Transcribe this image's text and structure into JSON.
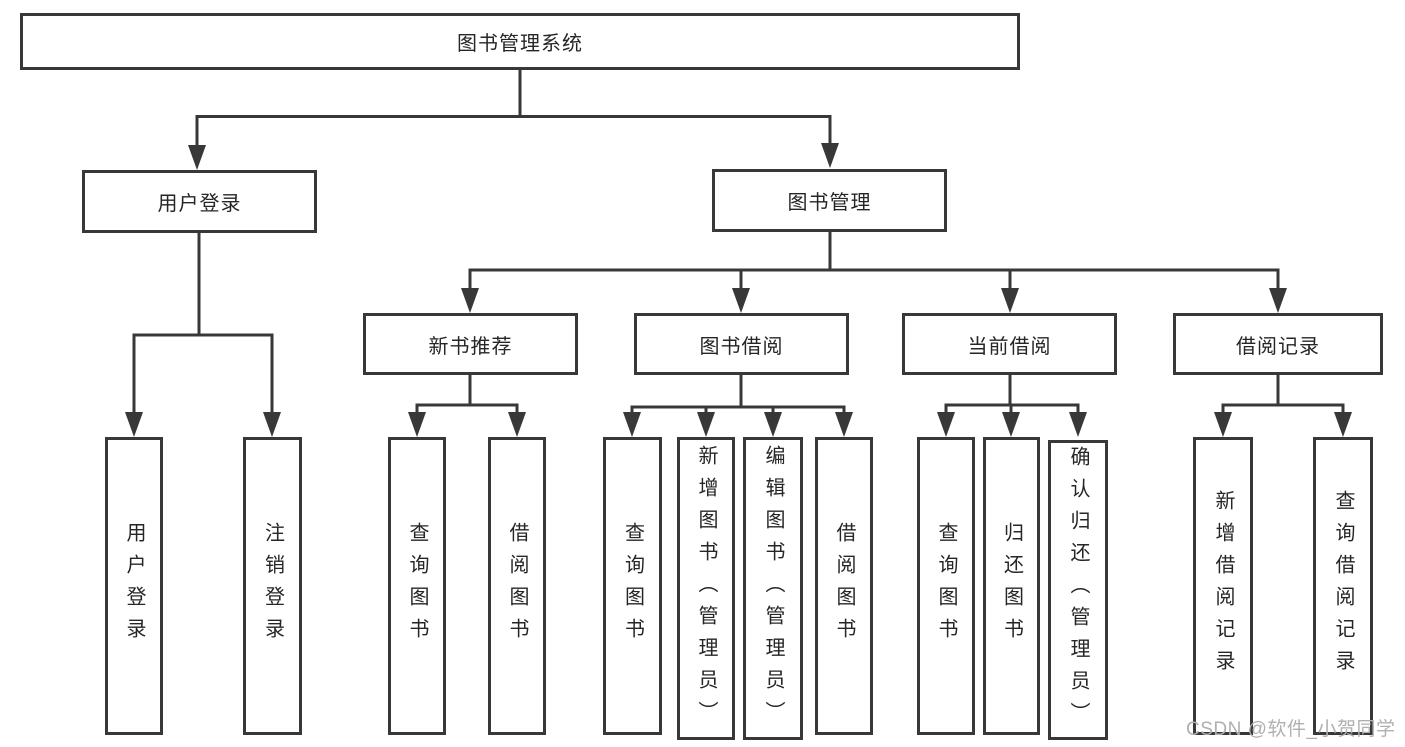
{
  "diagram": {
    "root": {
      "label": "图书管理系统"
    },
    "level2": [
      {
        "label": "用户登录"
      },
      {
        "label": "图书管理"
      }
    ],
    "level3": [
      {
        "label": "新书推荐"
      },
      {
        "label": "图书借阅"
      },
      {
        "label": "当前借阅"
      },
      {
        "label": "借阅记录"
      }
    ],
    "leaves": {
      "user_login": [
        "用户登录",
        "注销登录"
      ],
      "new_books": [
        "查询图书",
        "借阅图书"
      ],
      "book_borrowing": [
        "查询图书",
        "新增图书（管理员）",
        "编辑图书（管理员）",
        "借阅图书"
      ],
      "current_borrowing": [
        "查询图书",
        "归还图书",
        "确认归还（管理员）"
      ],
      "borrowing_records": [
        "新增借阅记录",
        "查询借阅记录"
      ]
    }
  },
  "watermark": {
    "text": "CSDN @软件_小贺同学"
  },
  "colors": {
    "line": "#383838",
    "text": "#262626",
    "watermark": "#b0b0b0",
    "background": "#ffffff"
  }
}
